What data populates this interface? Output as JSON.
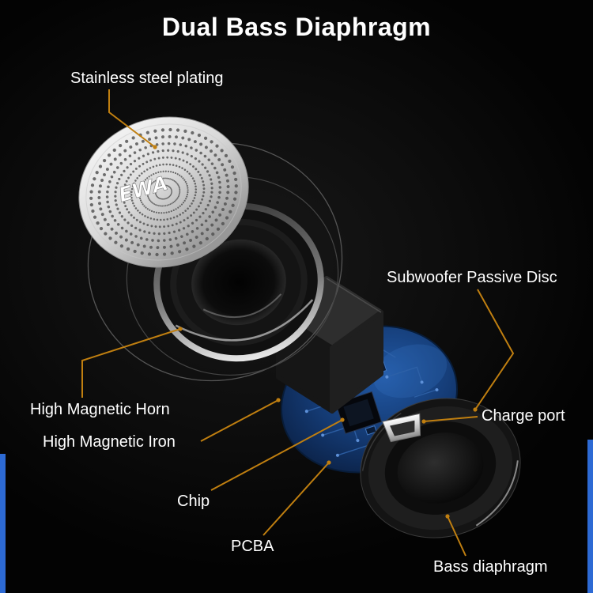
{
  "title": "Dual Bass Diaphragm",
  "brand_logo": "EWA",
  "labels": {
    "stainless": "Stainless steel plating",
    "subwoofer": "Subwoofer Passive Disc",
    "horn": "High Magnetic Horn",
    "iron": "High Magnetic Iron",
    "chip": "Chip",
    "charge": "Charge port",
    "pcba": "PCBA",
    "bass": "Bass diaphragm"
  },
  "colors": {
    "background": "#0a0a0a",
    "label_text": "#ffffff",
    "callout": "#c07f10",
    "pcb_blue": "#143a73",
    "frame_blue": "#2d6ad4"
  },
  "parts": [
    "stainless-steel-grille",
    "speaker-driver",
    "magnet-cube",
    "pcb-board",
    "micro-usb-charge-port",
    "passive-bass-disc"
  ]
}
